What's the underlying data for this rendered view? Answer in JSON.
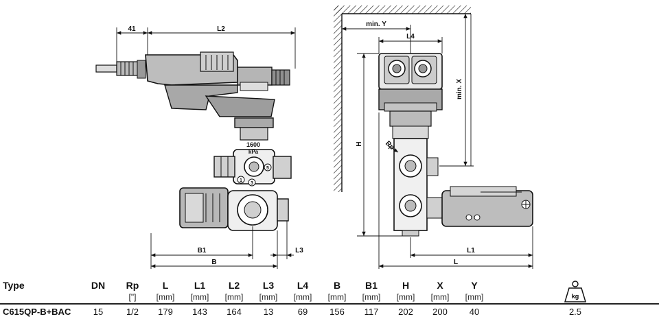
{
  "dimension_labels": {
    "d41": "41",
    "L2": "L2",
    "B1": "B1",
    "B": "B",
    "L3": "L3",
    "minY": "min. Y",
    "L4": "L4",
    "minX": "min. X",
    "H": "H",
    "Rp": "Rp",
    "L1": "L1",
    "L": "L"
  },
  "valve_markings": {
    "pressure": "1600",
    "pressure_unit": "kPa",
    "port_1": "1",
    "port_3": "3",
    "port_5": "5"
  },
  "table": {
    "headers": [
      "Type",
      "DN",
      "Rp",
      "L",
      "L1",
      "L2",
      "L3",
      "L4",
      "B",
      "B1",
      "H",
      "X",
      "Y"
    ],
    "units": [
      "",
      "",
      "[\"]",
      "[mm]",
      "[mm]",
      "[mm]",
      "[mm]",
      "[mm]",
      "[mm]",
      "[mm]",
      "[mm]",
      "[mm]",
      "[mm]"
    ],
    "row": [
      "C615QP-B+BAC",
      "15",
      "1/2",
      "179",
      "143",
      "164",
      "13",
      "69",
      "156",
      "117",
      "202",
      "200",
      "40",
      "2.5"
    ],
    "weight_unit": "kg"
  }
}
